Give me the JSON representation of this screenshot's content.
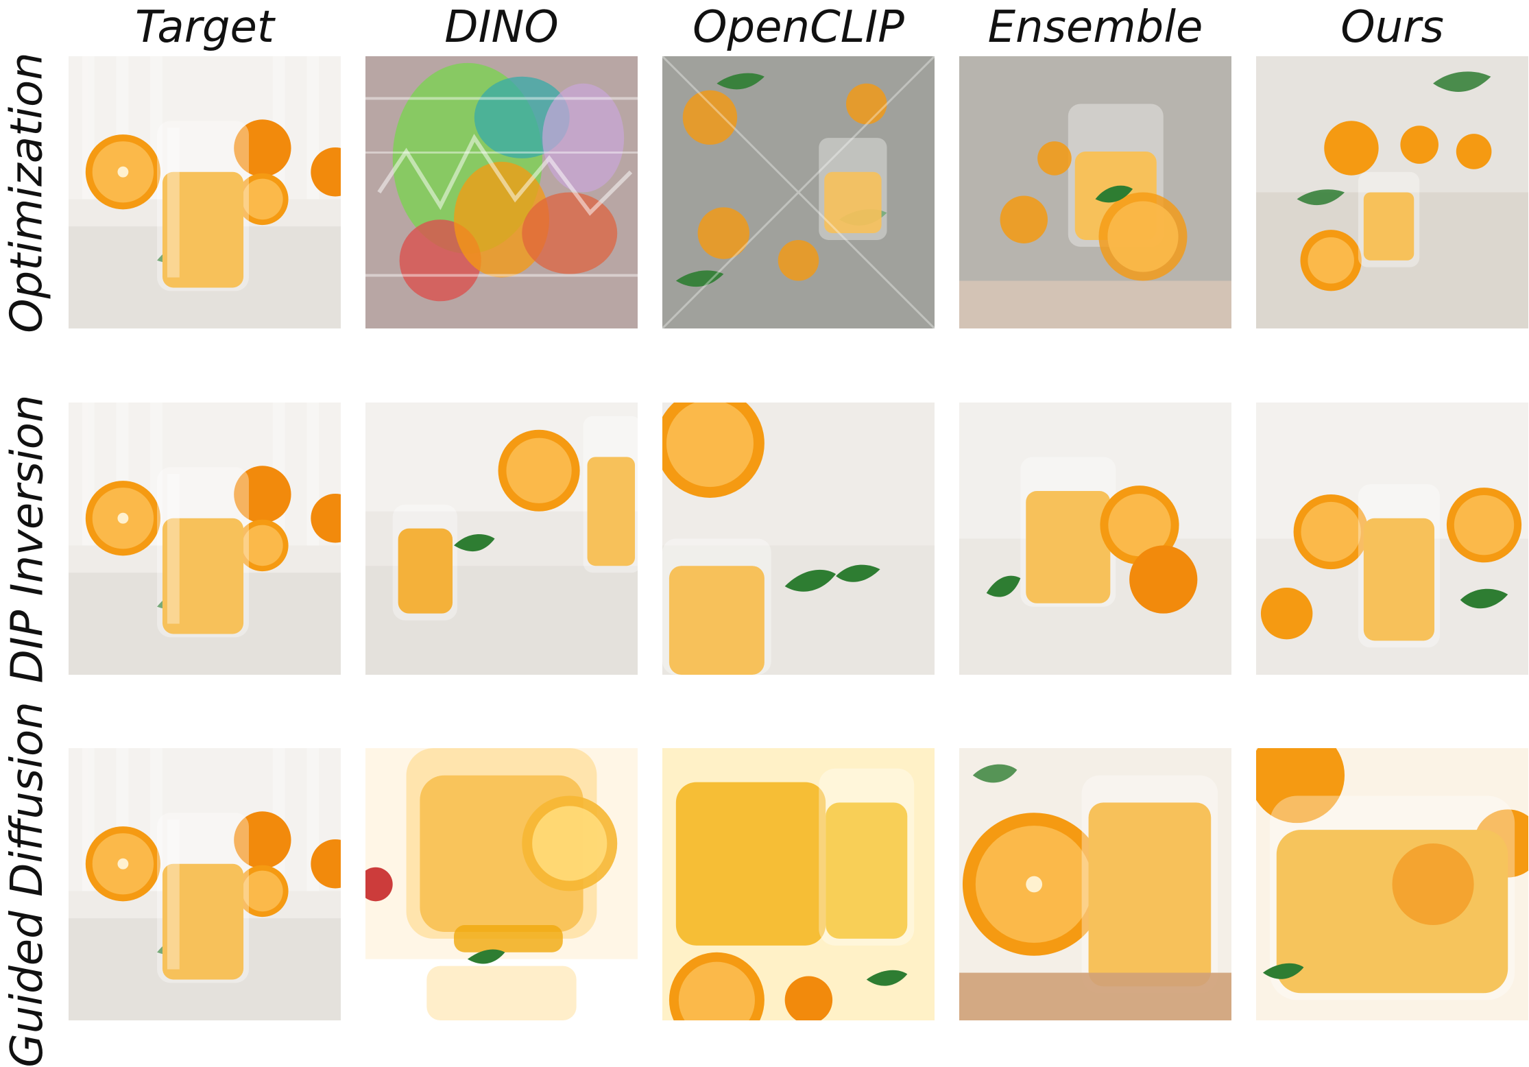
{
  "columns": [
    "Target",
    "DINO",
    "OpenCLIP",
    "Ensemble",
    "Ours"
  ],
  "rows": [
    "Optimization",
    "DIP Inversion",
    "Guided Diffusion"
  ],
  "tiles": [
    [
      "target-photo",
      "noisy-glasses-fruit",
      "noisy-leaves-oranges",
      "noisy-glass-oranges",
      "noisy-orange-slices"
    ],
    [
      "target-photo",
      "blurry-glass-orange",
      "blurry-orange-glass",
      "glass-with-orange-halves",
      "glass-with-orange-halves"
    ],
    [
      "target-photo",
      "bright-glass-closeup",
      "bright-glasses-closeup",
      "orange-half-glass-closeup",
      "glass-closeup"
    ]
  ],
  "colors": {
    "orange": "#f59a12",
    "juice": "#f7c15a",
    "leaf": "#2e7d32",
    "background": "#e9e6e1"
  }
}
